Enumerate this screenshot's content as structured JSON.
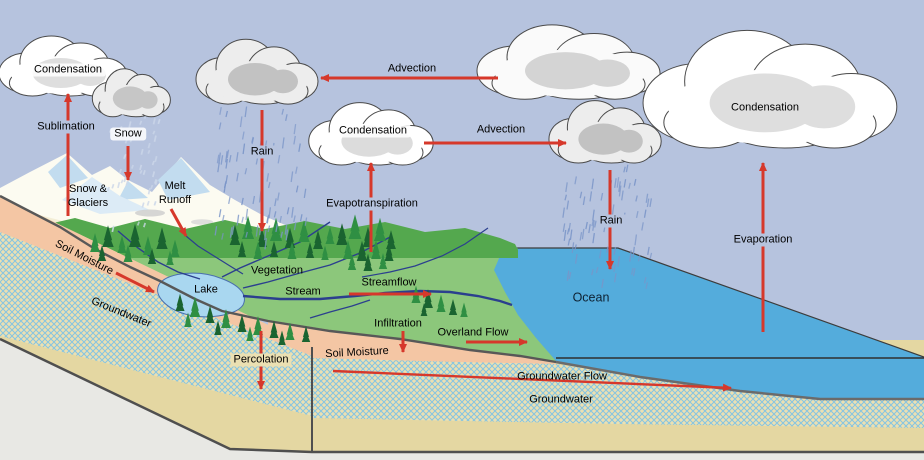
{
  "labels": {
    "condensation_left": "Condensation",
    "sublimation": "Sublimation",
    "snow": "Snow",
    "snow_glaciers_line1": "Snow &",
    "snow_glaciers_line2": "Glaciers",
    "melt_runoff_line1": "Melt",
    "melt_runoff_line2": "Runoff",
    "rain_left": "Rain",
    "advection_top": "Advection",
    "condensation_center": "Condensation",
    "advection_center": "Advection",
    "evapotranspiration": "Evapotranspiration",
    "rain_right": "Rain",
    "condensation_right": "Condensation",
    "evaporation": "Evaporation",
    "ocean": "Ocean",
    "soil_moisture_left": "Soil Moisture",
    "groundwater_left": "Groundwater",
    "lake": "Lake",
    "vegetation": "Vegetation",
    "stream": "Stream",
    "streamflow": "Streamflow",
    "infiltration": "Infiltration",
    "overland_flow": "Overland Flow",
    "percolation": "Percolation",
    "soil_moisture_center": "Soil Moisture",
    "groundwater_flow": "Groundwater Flow",
    "groundwater_bottom": "Groundwater"
  },
  "colors": {
    "sky": "#b6c3de",
    "ocean": "#54acdc",
    "land_green": "#8cc77b",
    "hills_green": "#54a84e",
    "soil_pink": "#f4c6a4",
    "aquifer_base": "#ebe0b2",
    "aquifer_hatch": "#85c4e2",
    "deep_tan": "#e4d7a2",
    "outside_gray": "#e8e8e4",
    "arrow_red": "#d6382b",
    "lake_blue": "#a9d7f0",
    "stream_blue": "#2b3f8e"
  }
}
